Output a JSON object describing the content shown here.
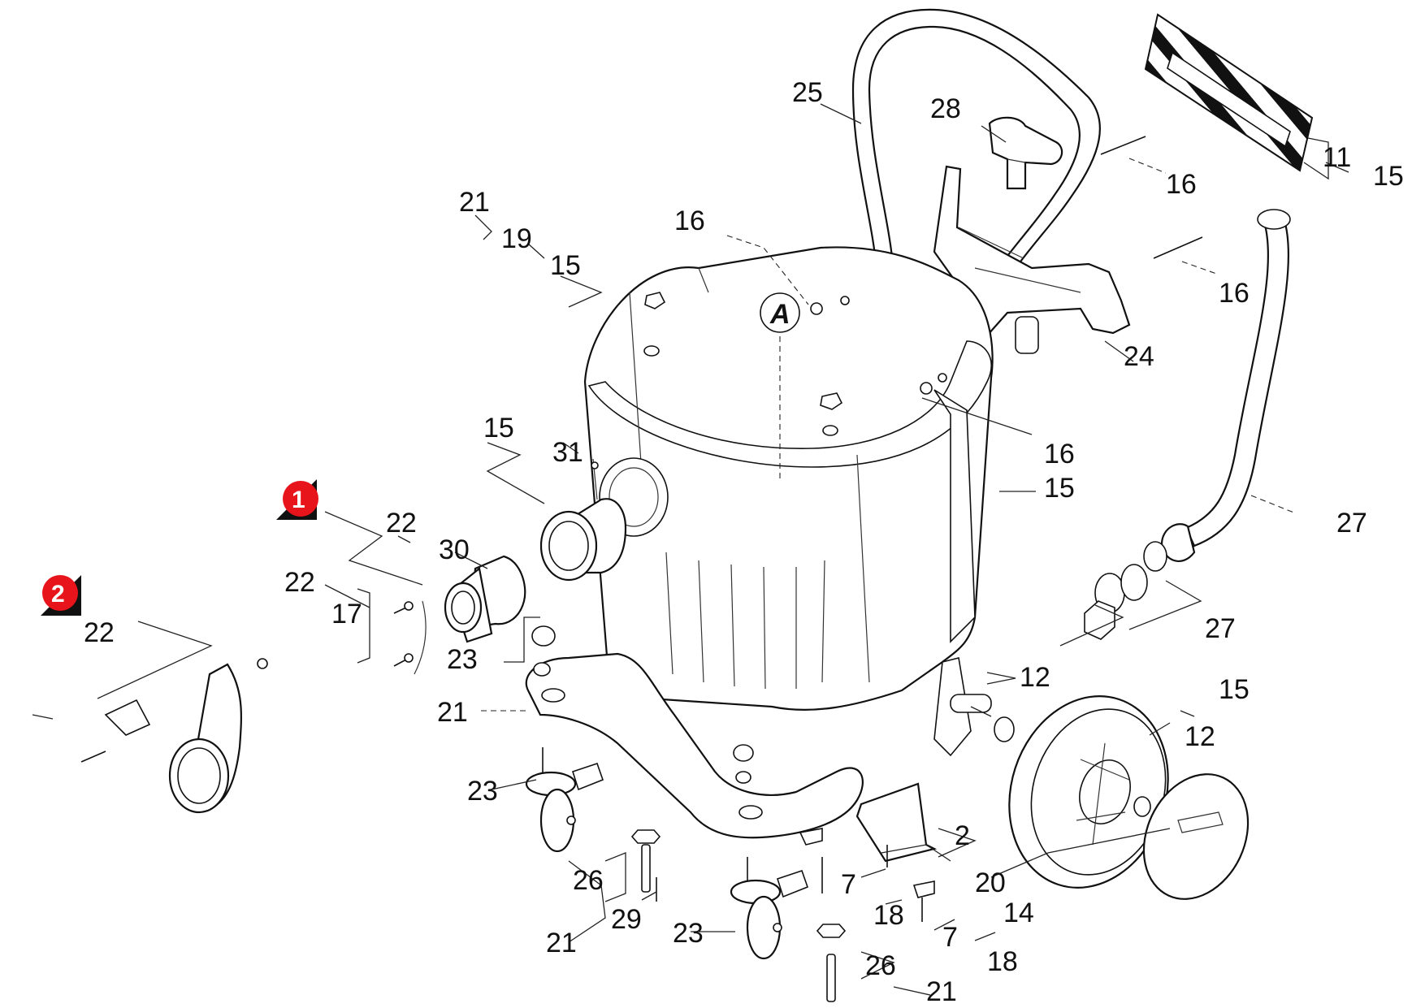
{
  "view_marker": "A",
  "badges": [
    "1",
    "2"
  ],
  "badge_color": "#e8141b",
  "callouts": [
    "25",
    "28",
    "11",
    "15",
    "16",
    "21",
    "19",
    "15",
    "16",
    "16",
    "24",
    "15",
    "31",
    "16",
    "15",
    "27",
    "22",
    "30",
    "22",
    "17",
    "27",
    "22",
    "23",
    "12",
    "21",
    "15",
    "12",
    "23",
    "2",
    "26",
    "20",
    "14",
    "7",
    "29",
    "18",
    "23",
    "21",
    "7",
    "26",
    "18",
    "21"
  ]
}
